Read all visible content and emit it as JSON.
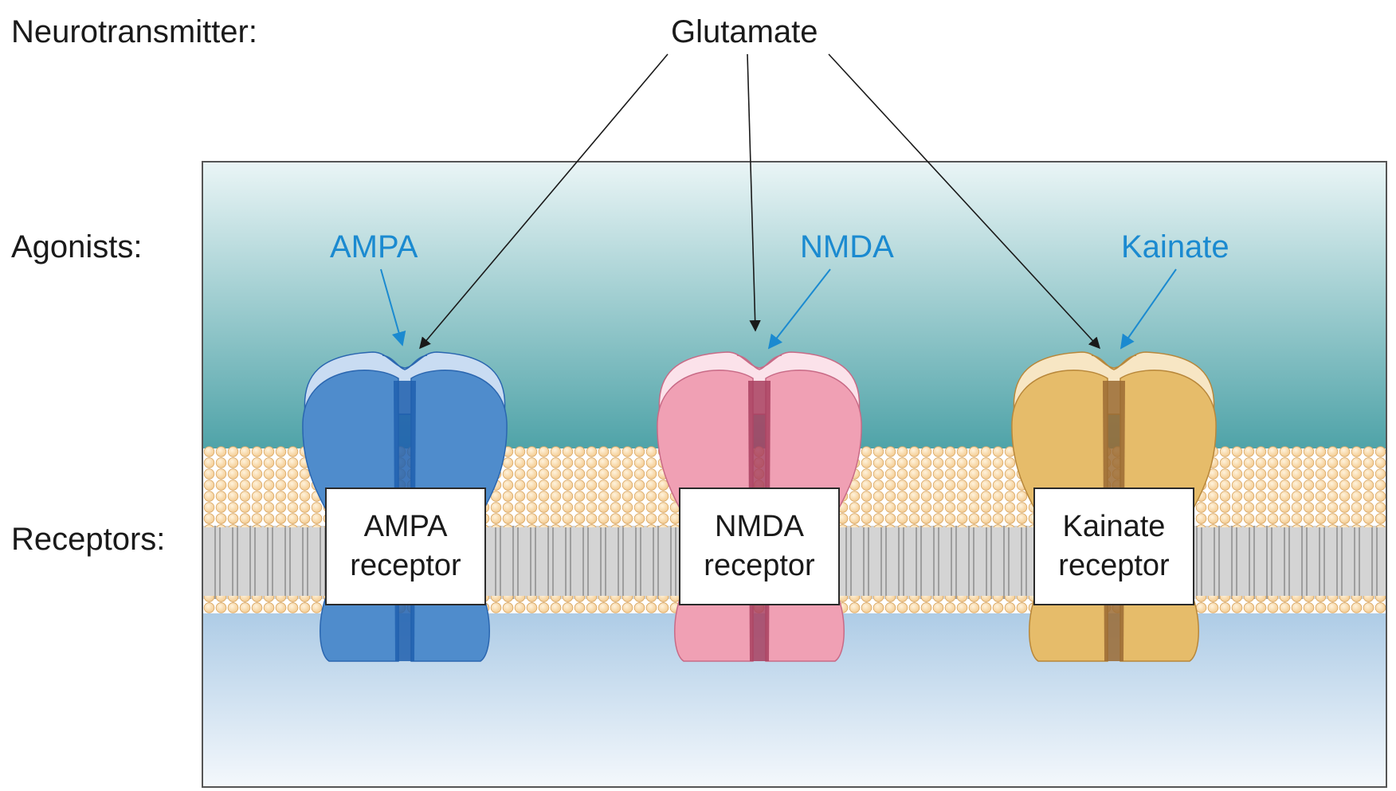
{
  "row_labels": {
    "neurotransmitter": "Neurotransmitter:",
    "agonists": "Agonists:",
    "receptors": "Receptors:"
  },
  "neurotransmitter": "Glutamate",
  "agonists": [
    "AMPA",
    "NMDA",
    "Kainate"
  ],
  "receptors": [
    {
      "line1": "AMPA",
      "line2": "receptor",
      "color": "#4f8ccc",
      "dark": "#2a66b0",
      "light": "#c9dcf2",
      "channel": "#1f5fae"
    },
    {
      "line1": "NMDA",
      "line2": "receptor",
      "color": "#f0a0b4",
      "dark": "#c86a86",
      "light": "#fbe2ea",
      "channel": "#a8405f"
    },
    {
      "line1": "Kainate",
      "line2": "receptor",
      "color": "#e6bc6a",
      "dark": "#b8873a",
      "light": "#f7e6c4",
      "channel": "#9a6a32"
    }
  ],
  "colors": {
    "agonist_text": "#1b8ad0",
    "arrow_black": "#1a1a1a",
    "extracellular_top": "#eaf5f6",
    "extracellular_bottom": "#4fa3a8",
    "intracellular_top": "#aecce6",
    "intracellular_bottom": "#f4f8fc",
    "lipid_head": "#f3c98d",
    "membrane_core": "#c8c8c8"
  }
}
